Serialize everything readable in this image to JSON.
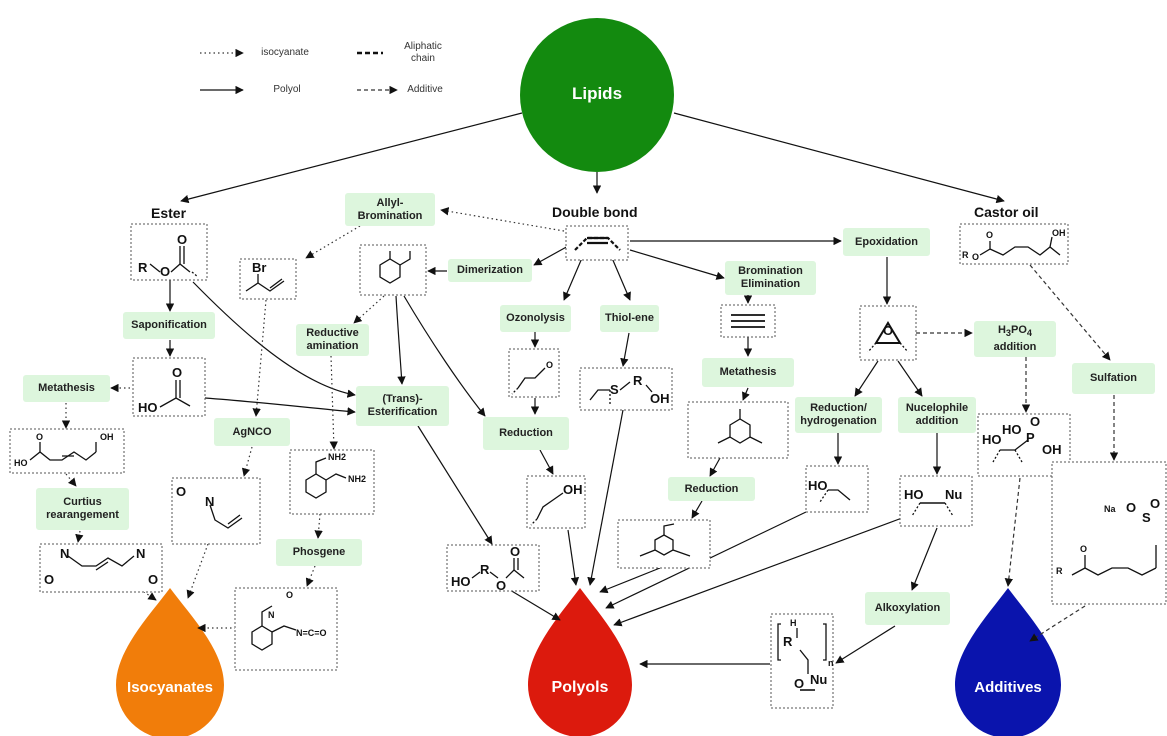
{
  "legend": {
    "isocyanate": "isocyanate",
    "polyol": "Polyol",
    "aliphatic_chain": "Aliphatic\nchain",
    "additive": "Additive"
  },
  "nodes": {
    "lipids": "Lipids",
    "isocyanates": "Isocyanates",
    "polyols": "Polyols",
    "additives": "Additives"
  },
  "headers": {
    "ester": "Ester",
    "double_bond": "Double bond",
    "castor_oil": "Castor oil"
  },
  "processes": {
    "allyl_bromination": "Allyl-\nBromination",
    "dimerization": "Dimerization",
    "epoxidation": "Epoxidation",
    "bromination_elimination": "Bromination\nElimination",
    "saponification": "Saponification",
    "ozonolysis": "Ozonolysis",
    "thiol_ene": "Thiol-ene",
    "reductive_amination": "Reductive\namination",
    "h3po4_addition_prefix": "H",
    "h3po4_addition_sub1": "3",
    "h3po4_addition_mid": "PO",
    "h3po4_addition_sub2": "4",
    "h3po4_addition_suffix": "addition",
    "metathesis_left": "Metathesis",
    "metathesis_mid": "Metathesis",
    "sulfation": "Sulfation",
    "trans_esterification": "(Trans)-\nEsterification",
    "reduction_hydrogenation": "Reduction/\nhydrogenation",
    "nucleophile_addition": "Nucelophile\naddition",
    "agnco": "AgNCO",
    "reduction_mid": "Reduction",
    "curtius": "Curtius\nrearangement",
    "reduction_right": "Reduction",
    "phosgene": "Phosgene",
    "alkoxylation": "Alkoxylation"
  },
  "chem": {
    "r": "R",
    "o": "O",
    "ho": "HO",
    "oh": "OH",
    "br": "Br",
    "s": "S",
    "n": "N",
    "nu": "Nu",
    "na": "Na",
    "nh2": "NH2",
    "ncoo": "N=C=O",
    "p": "P",
    "n_sub": "n",
    "h": "H"
  },
  "colors": {
    "lipids": "#138a0f",
    "isocyanates": "#f17d0a",
    "polyols": "#dc1a0d",
    "additives": "#0a14ad",
    "process_box": "#ddf6dd"
  }
}
